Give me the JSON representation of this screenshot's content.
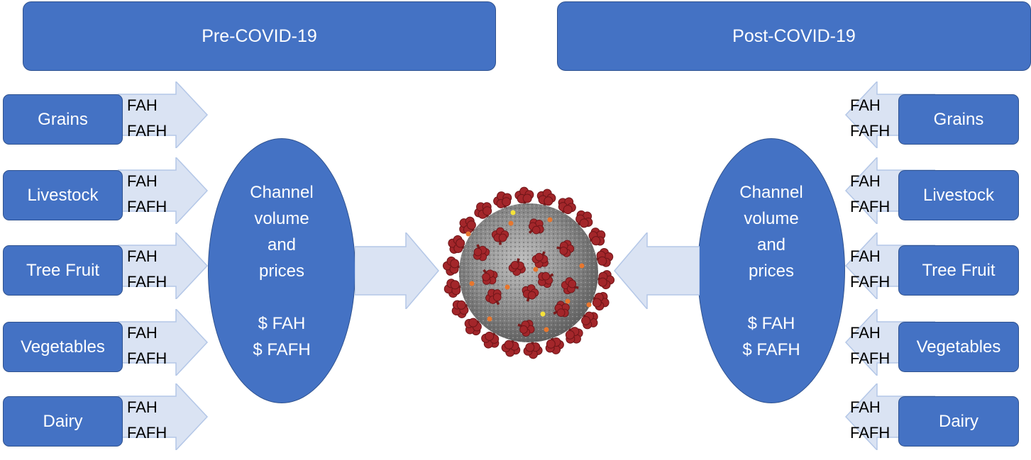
{
  "headers": {
    "pre": "Pre-COVID-19",
    "post": "Post-COVID-19"
  },
  "categories": [
    "Grains",
    "Livestock",
    "Tree Fruit",
    "Vegetables",
    "Dairy"
  ],
  "channel_labels": {
    "at_home": "FAH",
    "away_from_home": "FAFH"
  },
  "ellipse": {
    "title": "Channel\nvolume\nand\nprices",
    "price_fah": "$ FAH",
    "price_fafh": "$ FAFH"
  },
  "colors": {
    "box_fill": "#4472c4",
    "box_border": "#2f528f",
    "arrow_fill": "#dae3f3",
    "arrow_border": "#b4c7e7",
    "virus_body": "#8c8c8c",
    "virus_spike": "#a52a2a"
  }
}
